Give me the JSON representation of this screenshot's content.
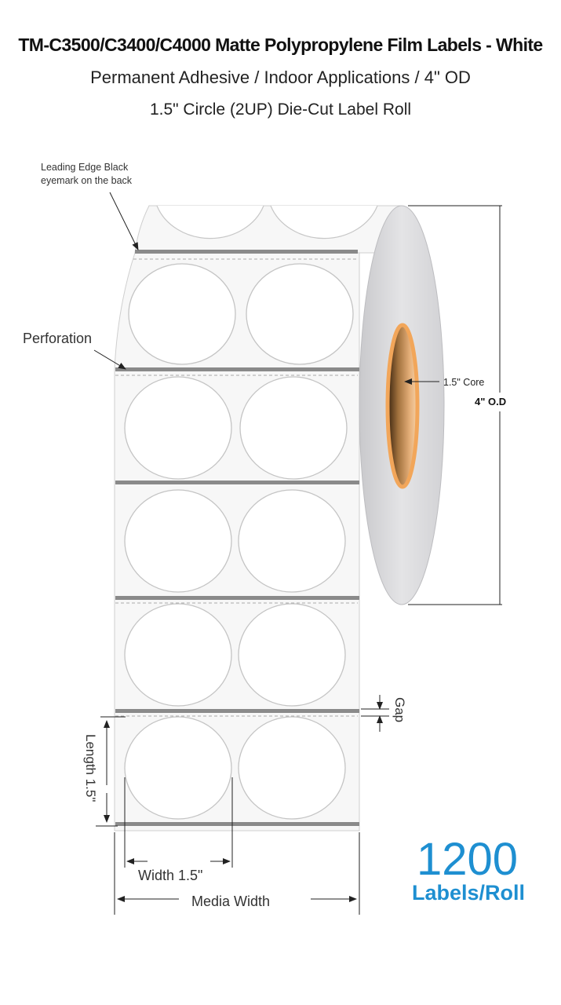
{
  "header": {
    "title": "TM-C3500/C3400/C4000 Matte Polypropylene Film Labels - White",
    "subtitle": "Permanent Adhesive / Indoor Applications / 4\" OD",
    "subtitle2": "1.5\" Circle (2UP) Die-Cut Label Roll"
  },
  "callouts": {
    "eyemark_line1": "Leading Edge Black",
    "eyemark_line2": "eyemark on the back",
    "perforation": "Perforation",
    "core": "1.5\" Core",
    "od": "4\" O.D",
    "gap": "Gap",
    "length": "Length 1.5\"",
    "width": "Width 1.5\"",
    "media_width": "Media Width"
  },
  "labels_per_roll": {
    "count": "1200",
    "unit": "Labels/Roll"
  },
  "colors": {
    "accent_blue": "#1e8fd1",
    "core_orange": "#f2a65a",
    "eyemark_gray": "#8a8a8a",
    "roll_side_gray": "#d9d9db"
  }
}
